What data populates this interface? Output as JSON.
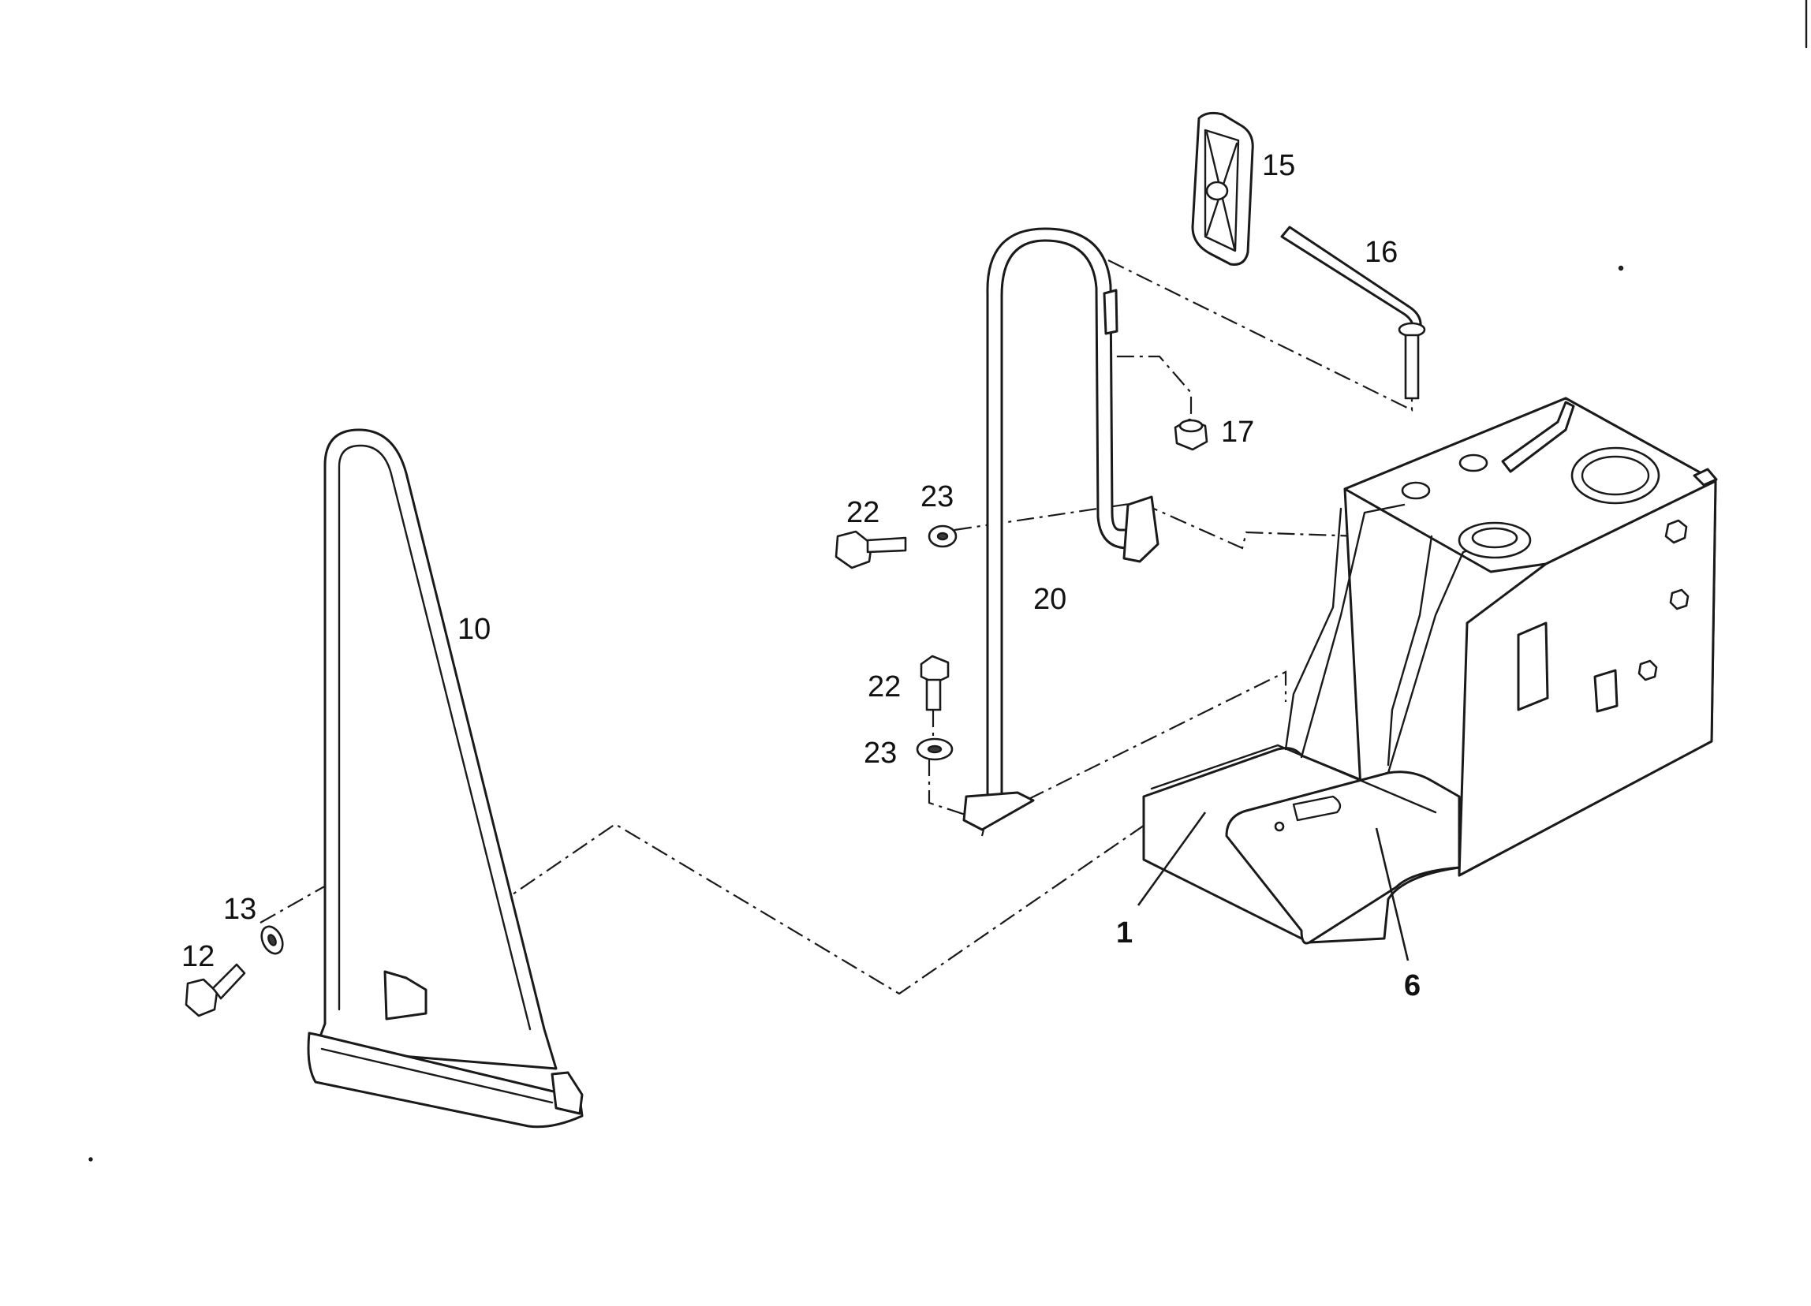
{
  "diagram": {
    "callouts": {
      "c1": "1",
      "c6": "6",
      "c10": "10",
      "c12": "12",
      "c13": "13",
      "c15": "15",
      "c16": "16",
      "c17": "17",
      "c20": "20",
      "c22a": "22",
      "c22b": "22",
      "c23a": "23",
      "c23b": "23"
    }
  }
}
